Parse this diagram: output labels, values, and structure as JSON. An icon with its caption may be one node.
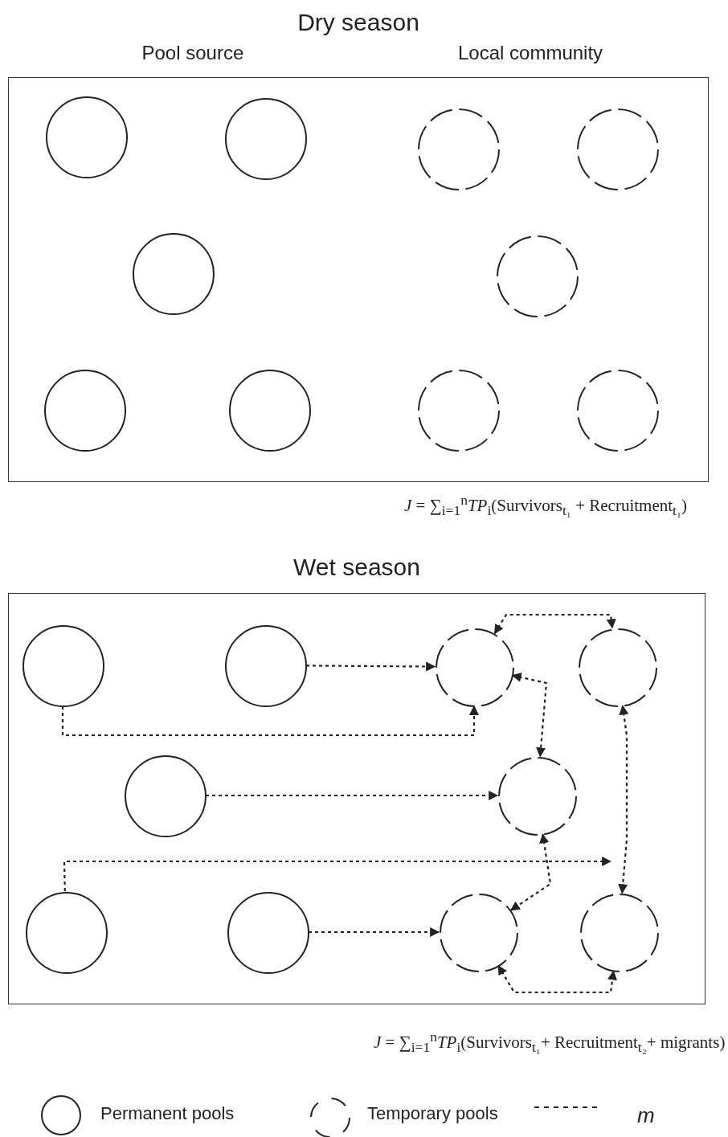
{
  "diagram": {
    "nodes": [
      {
        "text": [
          "Dry season"
        ]
      },
      {
        "text": [],
        "shape": "circle",
        "in": 0
      },
      {
        "text": [],
        "shape": "circle",
        "in": 0
      },
      {
        "text": [],
        "shape": "circle",
        "in": 0
      },
      {
        "text": [],
        "shape": "circle",
        "in": 0
      },
      {
        "text": [],
        "shape": "circle",
        "in": 0
      },
      {
        "text": [],
        "shape": "circle",
        "in": 0
      },
      {
        "text": [],
        "shape": "circle",
        "in": 0
      },
      {
        "text": [],
        "shape": "circle",
        "in": 0
      },
      {
        "text": [],
        "shape": "circle",
        "in": 0
      },
      {
        "text": [],
        "shape": "circle",
        "in": 0
      },
      {
        "text": [
          "Wet season"
        ]
      },
      {
        "text": [],
        "shape": "circle",
        "in": 11
      },
      {
        "text": [],
        "shape": "circle",
        "in": 11
      },
      {
        "text": [],
        "shape": "circle",
        "in": 11
      },
      {
        "text": [],
        "shape": "circle",
        "in": 11
      },
      {
        "text": [],
        "shape": "circle",
        "in": 11
      },
      {
        "text": [],
        "shape": "circle",
        "in": 11
      },
      {
        "text": [],
        "shape": "circle",
        "in": 11
      },
      {
        "text": [],
        "shape": "circle",
        "in": 11
      },
      {
        "text": [],
        "shape": "circle",
        "in": 11
      },
      {
        "text": [],
        "shape": "circle",
        "in": 11
      }
    ],
    "edges": [
      {
        "from": 12,
        "to": 14,
        "arrow": "to",
        "style": "dashed"
      },
      {
        "from": 13,
        "to": 14,
        "arrow": "to",
        "style": "dashed"
      },
      {
        "from": 16,
        "to": 17,
        "arrow": "to",
        "style": "dashed"
      },
      {
        "from": 18,
        "to": null,
        "arrow": "to",
        "style": "dashed"
      },
      {
        "from": 19,
        "to": 20,
        "arrow": "to",
        "style": "dashed"
      },
      {
        "from": 14,
        "to": 15,
        "arrow": "both",
        "style": "dashed"
      },
      {
        "from": 14,
        "to": 17,
        "arrow": "both",
        "style": "dashed"
      },
      {
        "from": 15,
        "to": 21,
        "arrow": "both",
        "style": "dashed"
      },
      {
        "from": 17,
        "to": 20,
        "arrow": "both",
        "style": "dashed"
      },
      {
        "from": 20,
        "to": 21,
        "arrow": "both",
        "style": "dashed"
      }
    ],
    "labels": [
      "Pool source",
      "Local community",
      "*J* = ∑$_{i=1}$$^{n}$*TP*$_{i}$(Survivors$_{t₁}$ + Recruitment$_{t₁}$)",
      "*J* = ∑$_{i=1}$$^{n}$*TP*$_{i}$(Survivors$_{t₁}$+ Recruitment$_{t₂}$+ migrants)"
    ],
    "legend": [
      {
        "text": "Permanent pools"
      },
      {
        "text": "Temporary pools"
      },
      {
        "text": "m"
      }
    ]
  }
}
